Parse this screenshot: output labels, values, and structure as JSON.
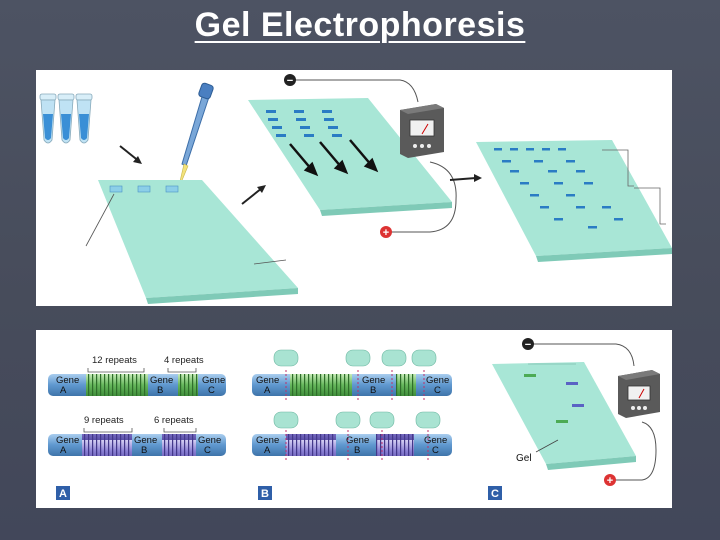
{
  "title": "Gel Electrophoresis",
  "top_panel": {
    "minus_sign": "−",
    "plus_sign": "+"
  },
  "bottom_panel": {
    "panel_a": {
      "letter": "A",
      "row1": {
        "repeats_1": "12 repeats",
        "repeats_2": "4 repeats",
        "gene_a": [
          "Gene",
          "A"
        ],
        "gene_b": [
          "Gene",
          "B"
        ],
        "gene_c": [
          "Gene",
          "C"
        ]
      },
      "row2": {
        "repeats_1": "9 repeats",
        "repeats_2": "6 repeats",
        "gene_a": [
          "Gene",
          "A"
        ],
        "gene_b": [
          "Gene",
          "B"
        ],
        "gene_c": [
          "Gene",
          "C"
        ]
      }
    },
    "panel_b": {
      "letter": "B",
      "row1": {
        "gene_a": [
          "Gene",
          "A"
        ],
        "gene_b": [
          "Gene",
          "B"
        ],
        "gene_c": [
          "Gene",
          "C"
        ]
      },
      "row2": {
        "gene_a": [
          "Gene",
          "A"
        ],
        "gene_b": [
          "Gene",
          "B"
        ],
        "gene_c": [
          "Gene",
          "C"
        ]
      }
    },
    "panel_c": {
      "letter": "C",
      "gel_label": "Gel",
      "minus_sign": "−",
      "plus_sign": "+"
    }
  },
  "colors": {
    "background": "#4a5060",
    "gel": "#a8e6d6",
    "band": "#2a7cc4",
    "green_repeat": "#6fbf6a",
    "purple_repeat": "#8a7fd0",
    "dna_blue": "#6aa6d8"
  }
}
